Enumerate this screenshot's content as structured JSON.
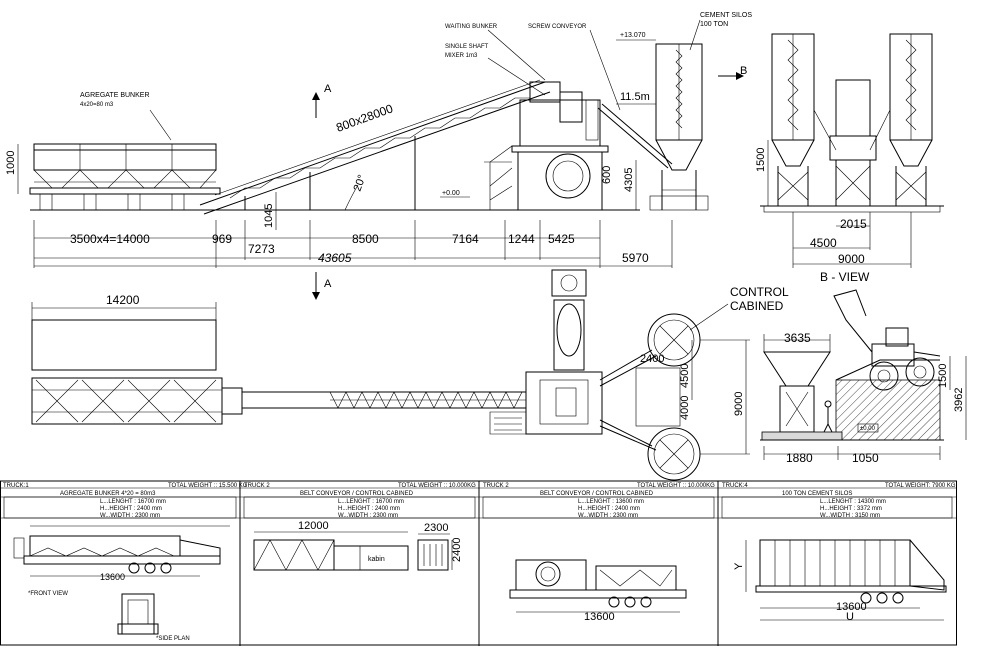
{
  "labels": {
    "aggregate_bunker": "AGREGATE BUNKER",
    "aggregate_bunker_sub": "4x20=80 m3",
    "waiting_bunker": "WAITING BUNKER",
    "single_shaft_mixer": "SINGLE SHAFT",
    "single_shaft_mixer_sub": "MIXER 1m3",
    "screw_conveyor": "SCREW CONVEYOR",
    "cement_silos": "CEMENT SILOS",
    "cement_silos_sub": "100 TON",
    "control_cabined_1": "CONTROL",
    "control_cabined_2": "CABINED",
    "b_view": "B - VIEW",
    "section_a": "A",
    "section_b": "B"
  },
  "dimensions": {
    "belt_size": "800x28000",
    "angle": "20°",
    "bunker_height": "1000",
    "d_1045": "1045",
    "level_top": "+13.070",
    "level_zero": "+0.00",
    "length_11_5": "11.5m",
    "d_600": "600",
    "d_4305": "4305",
    "d_bunkers": "3500x4=14000",
    "d_969": "969",
    "d_7273": "7273",
    "d_8500": "8500",
    "d_7164": "7164",
    "d_1244": "1244",
    "d_5425": "5425",
    "d_total": "43605",
    "d_5970": "5970",
    "plan_14200": "14200",
    "plan_2400": "2400",
    "plan_4500": "4500",
    "plan_4000": "4000",
    "plan_9000": "9000",
    "bview_1500": "1500",
    "bview_2015": "2015",
    "bview_4500": "4500",
    "bview_9000": "9000",
    "side_3635": "3635",
    "side_1500": "1500",
    "side_3962": "3962",
    "side_1880": "1880",
    "side_1050": "1050",
    "side_level": "±0.00"
  },
  "trucks": [
    {
      "id": "TRUCK:1",
      "weight": "TOTAL WEIGHT :: 15.500 KG",
      "title": "AGREGATE BUNKER  4*20 = 80m3",
      "length": "L...LENGHT : 16700 mm",
      "height": "H...HEIGHT : 2400 mm",
      "width": "W...WIDTH : 2300 mm",
      "dim1": "13600",
      "note1": "*FRONT VIEW",
      "note2": "*SIDE PLAN"
    },
    {
      "id": "TRUCK 2",
      "weight": "TOTAL WEIGHT :: 10.000KG",
      "title": "BELT CONVEYOR / CONTROL CABINED",
      "length": "L...LENGHT : 16700 mm",
      "height": "H...HEIGHT : 2400 mm",
      "width": "W...WIDTH : 2300 mm",
      "dim1": "12000",
      "dim2": "2300",
      "dim3": "2400",
      "cabin": "kabin"
    },
    {
      "id": "TRUCK 2",
      "weight": "TOTAL WEIGHT :: 10.000KG",
      "title": "BELT CONVEYOR / CONTROL CABINED",
      "length": "L...LENGHT : 13600 mm",
      "height": "H...HEIGHT : 2400 mm",
      "width": "W...WIDTH : 2300 mm",
      "dim1": "13600"
    },
    {
      "id": "TRUCK:4",
      "weight": "TOTAL WEIGHT: 7900 KG",
      "title": "100 TON CEMENT SILOS",
      "length": "L...LENGHT : 14300 mm",
      "height": "H...HEIGHT : 3372 mm",
      "width": "W...WIDTH : 3150 mm",
      "dim1": "13600",
      "dim_y": "Y",
      "dim_u": "U"
    }
  ]
}
